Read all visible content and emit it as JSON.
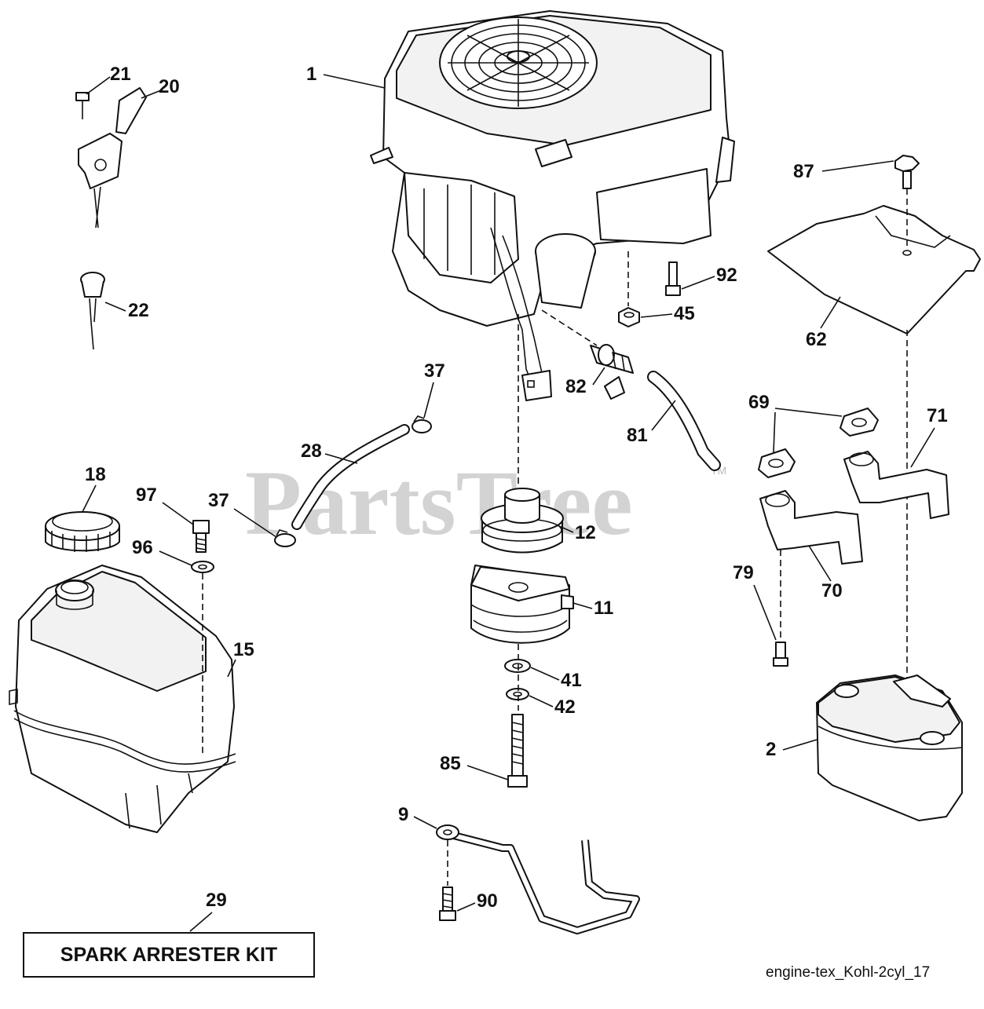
{
  "watermark": {
    "text": "PartsTree",
    "tm": "TM"
  },
  "kit_box": {
    "label": "SPARK ARRESTER KIT",
    "ref": "29"
  },
  "figure_ref": "engine-tex_Kohl-2cyl_17",
  "callouts": {
    "c1": "1",
    "c2": "2",
    "c9": "9",
    "c11": "11",
    "c12": "12",
    "c15": "15",
    "c18": "18",
    "c20": "20",
    "c21": "21",
    "c22": "22",
    "c28": "28",
    "c37a": "37",
    "c37b": "37",
    "c41": "41",
    "c42": "42",
    "c45": "45",
    "c62": "62",
    "c69": "69",
    "c70": "70",
    "c71": "71",
    "c79": "79",
    "c81": "81",
    "c82": "82",
    "c85": "85",
    "c87": "87",
    "c90": "90",
    "c92": "92",
    "c96": "96",
    "c97": "97"
  }
}
